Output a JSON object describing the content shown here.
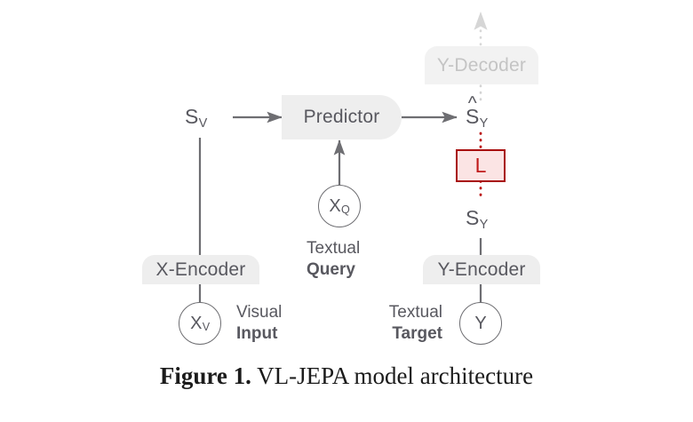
{
  "figure": {
    "caption_label": "Figure 1.",
    "caption_text": "VL-JEPA model architecture"
  },
  "colors": {
    "block_fill": "#eeeeee",
    "block_text": "#58585f",
    "faded_text": "#c4c4c4",
    "loss_border": "#a80d0d",
    "loss_fill": "#fbe4e4",
    "loss_text": "#c01a1a",
    "edge": "#6e6e72",
    "faded_edge": "#d8d8d8"
  },
  "blocks": {
    "predictor": "Predictor",
    "x_encoder": "X-Encoder",
    "y_encoder": "Y-Encoder",
    "y_decoder": "Y-Decoder"
  },
  "nodes": {
    "x_visual": {
      "base": "X",
      "sub": "V"
    },
    "x_query": {
      "base": "X",
      "sub": "Q"
    },
    "y_target": {
      "base": "Y",
      "sub": ""
    }
  },
  "math_labels": {
    "s_v": {
      "base": "S",
      "sub": "V",
      "hat": ""
    },
    "s_y_hat": {
      "base": "S",
      "sub": "Y",
      "hat": "^"
    },
    "s_y": {
      "base": "S",
      "sub": "Y",
      "hat": ""
    }
  },
  "loss": {
    "symbol": "L"
  },
  "side_labels": {
    "visual_input": {
      "line1": "Visual",
      "line2": "Input"
    },
    "textual_query": {
      "line1": "Textual",
      "line2": "Query"
    },
    "textual_target": {
      "line1": "Textual",
      "line2": "Target"
    }
  }
}
